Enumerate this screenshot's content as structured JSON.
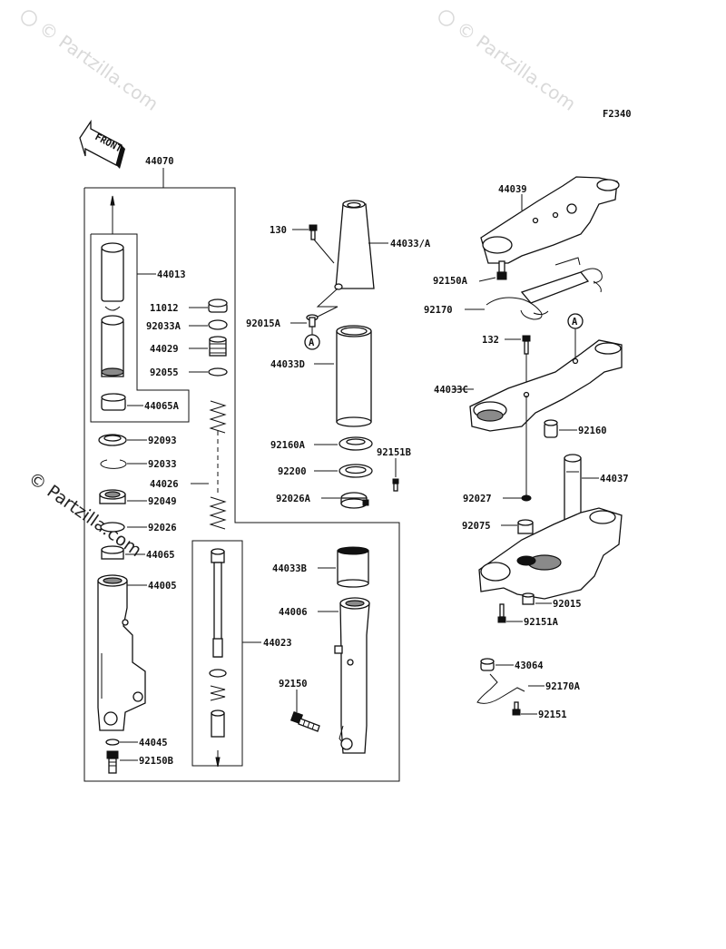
{
  "figure_code": "F2340",
  "front_arrow_label": "FRONT",
  "watermarks": [
    "© Partzilla.com",
    "© Partzilla.com",
    "© Partzilla.com"
  ],
  "reference_marker": "A",
  "labels": {
    "l44070": "44070",
    "l44013": "44013",
    "l11012": "11012",
    "l92033A": "92033A",
    "l44029": "44029",
    "l92055": "92055",
    "l44065A": "44065A",
    "l92093": "92093",
    "l92033": "92033",
    "l44026": "44026",
    "l92049": "92049",
    "l92026": "92026",
    "l44065": "44065",
    "l44005": "44005",
    "l44045": "44045",
    "l92150B": "92150B",
    "l130": "130",
    "l44033A": "44033/A",
    "l92015A": "92015A",
    "l44033D": "44033D",
    "l92160A": "92160A",
    "l92151B": "92151B",
    "l92200": "92200",
    "l92026A": "92026A",
    "l44033B": "44033B",
    "l44006": "44006",
    "l44023": "44023",
    "l92150": "92150",
    "l44039": "44039",
    "l92150A": "92150A",
    "l92170": "92170",
    "l132": "132",
    "l44033C": "44033C",
    "l92160": "92160",
    "l44037": "44037",
    "l92027": "92027",
    "l92075": "92075",
    "l92015": "92015",
    "l92151A": "92151A",
    "l43064": "43064",
    "l92170A": "92170A",
    "l92151": "92151"
  }
}
